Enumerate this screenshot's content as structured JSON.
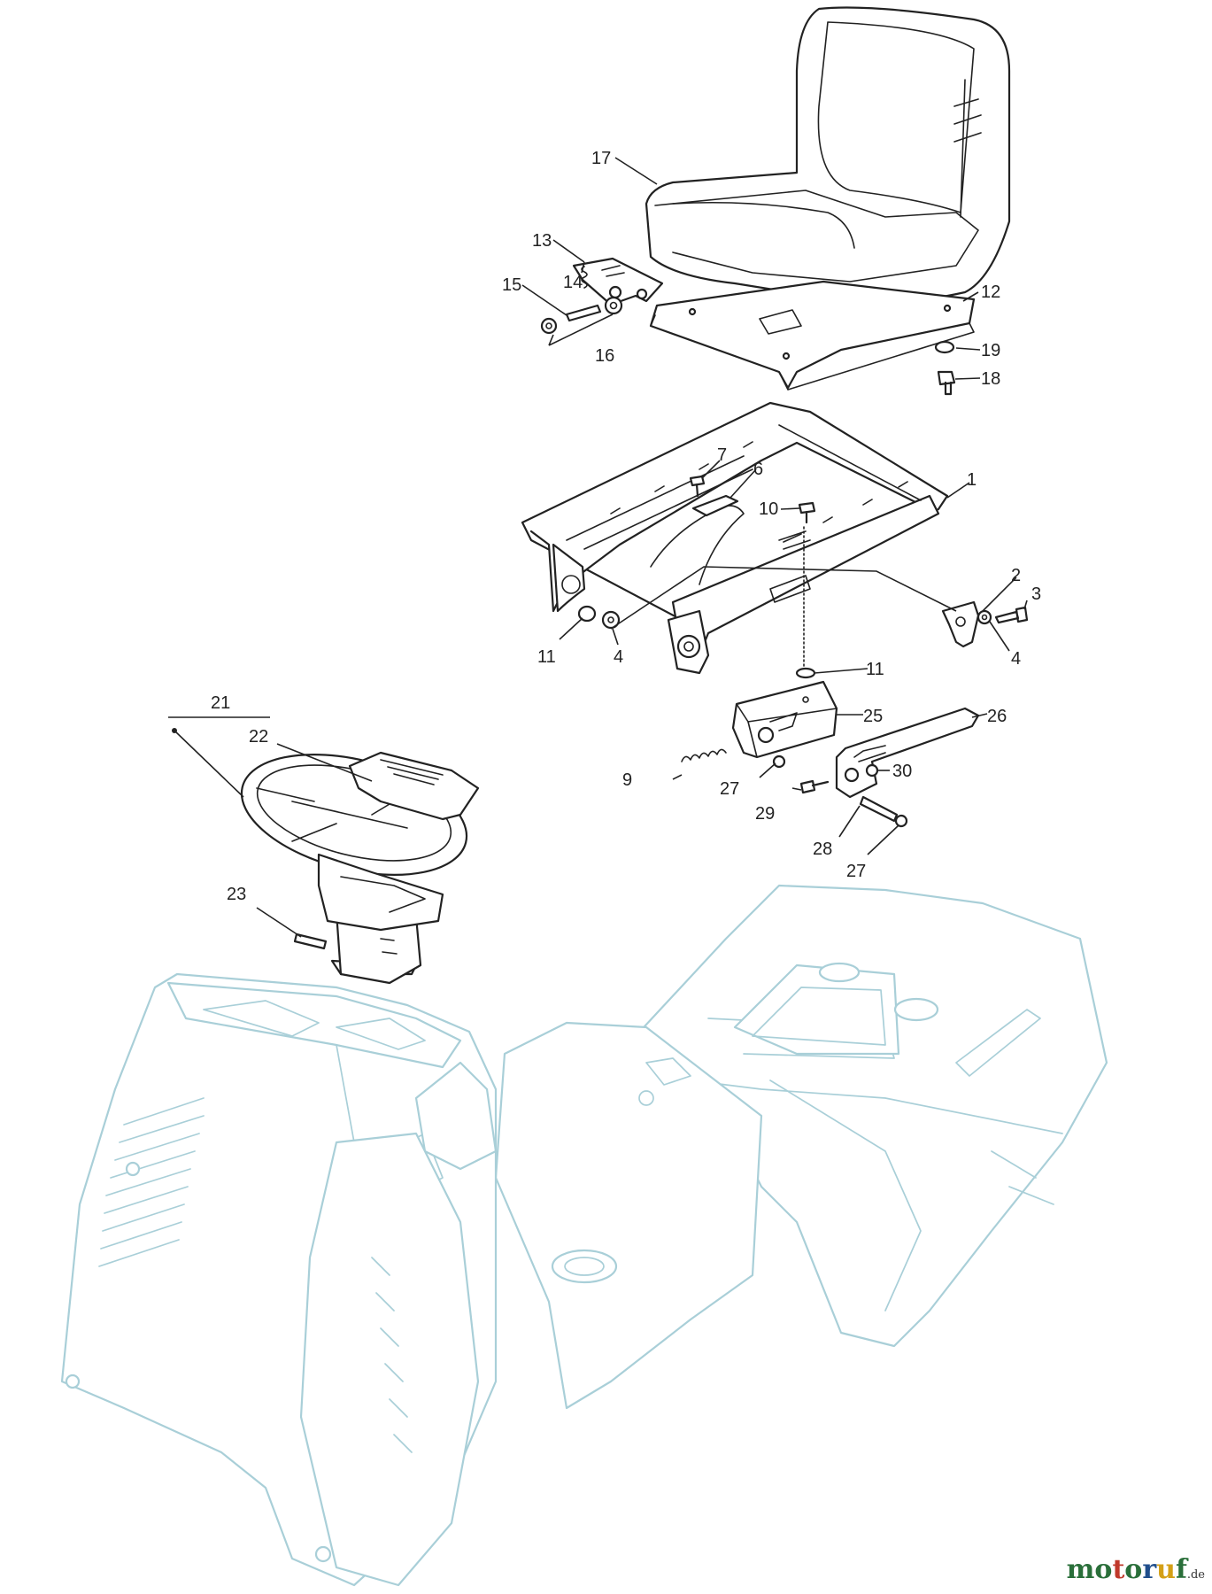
{
  "labels": {
    "l1": "1",
    "l2": "2",
    "l3": "3",
    "l4a": "4",
    "l4b": "4",
    "l6": "6",
    "l7": "7",
    "l9": "9",
    "l10": "10",
    "l11a": "11",
    "l11b": "11",
    "l12": "12",
    "l13": "13",
    "l14": "14",
    "l15": "15",
    "l16": "16",
    "l17": "17",
    "l18": "18",
    "l19": "19",
    "l21": "21",
    "l22": "22",
    "l23": "23",
    "l25": "25",
    "l26": "26",
    "l27a": "27",
    "l27b": "27",
    "l28": "28",
    "l29": "29",
    "l30": "30"
  },
  "watermark": {
    "letters": [
      "m",
      "o",
      "t",
      "o",
      "r",
      "u",
      "f"
    ],
    "suffix": ".de",
    "colors": [
      "#2a6f3a",
      "#2a6f3a",
      "#c0392b",
      "#2a6f3a",
      "#1f4e8c",
      "#d4a017",
      "#2a6f3a"
    ]
  }
}
